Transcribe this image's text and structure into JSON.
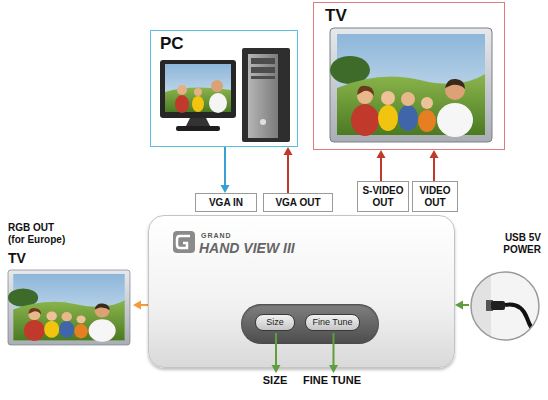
{
  "diagram": {
    "nodes": [
      {
        "text": [
          "PC"
        ]
      },
      {
        "text": [
          "TV"
        ]
      },
      {
        "text": [
          "GRAND",
          "HAND VIEW III"
        ]
      },
      {
        "text": [
          "Size"
        ],
        "in": 2
      },
      {
        "text": [
          "Fine Tune"
        ],
        "in": 2
      },
      {
        "text": [
          "VGA IN"
        ]
      },
      {
        "text": [
          "VGA OUT"
        ]
      },
      {
        "text": [
          "S-VIDEO OUT"
        ]
      },
      {
        "text": [
          "VIDEO OUT"
        ]
      },
      {
        "text": [
          "TV"
        ]
      },
      {
        "text": [
          "USB 5V POWER"
        ]
      }
    ],
    "edges": [
      {
        "from": 0,
        "to": 5,
        "arrow": "to"
      },
      {
        "from": 6,
        "to": 0,
        "arrow": "to"
      },
      {
        "from": 7,
        "to": 1,
        "arrow": "to"
      },
      {
        "from": 8,
        "to": 1,
        "arrow": "to"
      },
      {
        "from": 2,
        "to": 9,
        "arrow": "to"
      },
      {
        "from": 10,
        "to": 2,
        "arrow": "to"
      }
    ],
    "labels": [
      "RGB OUT (for Europe)",
      "SIZE",
      "FINE TUNE"
    ]
  }
}
